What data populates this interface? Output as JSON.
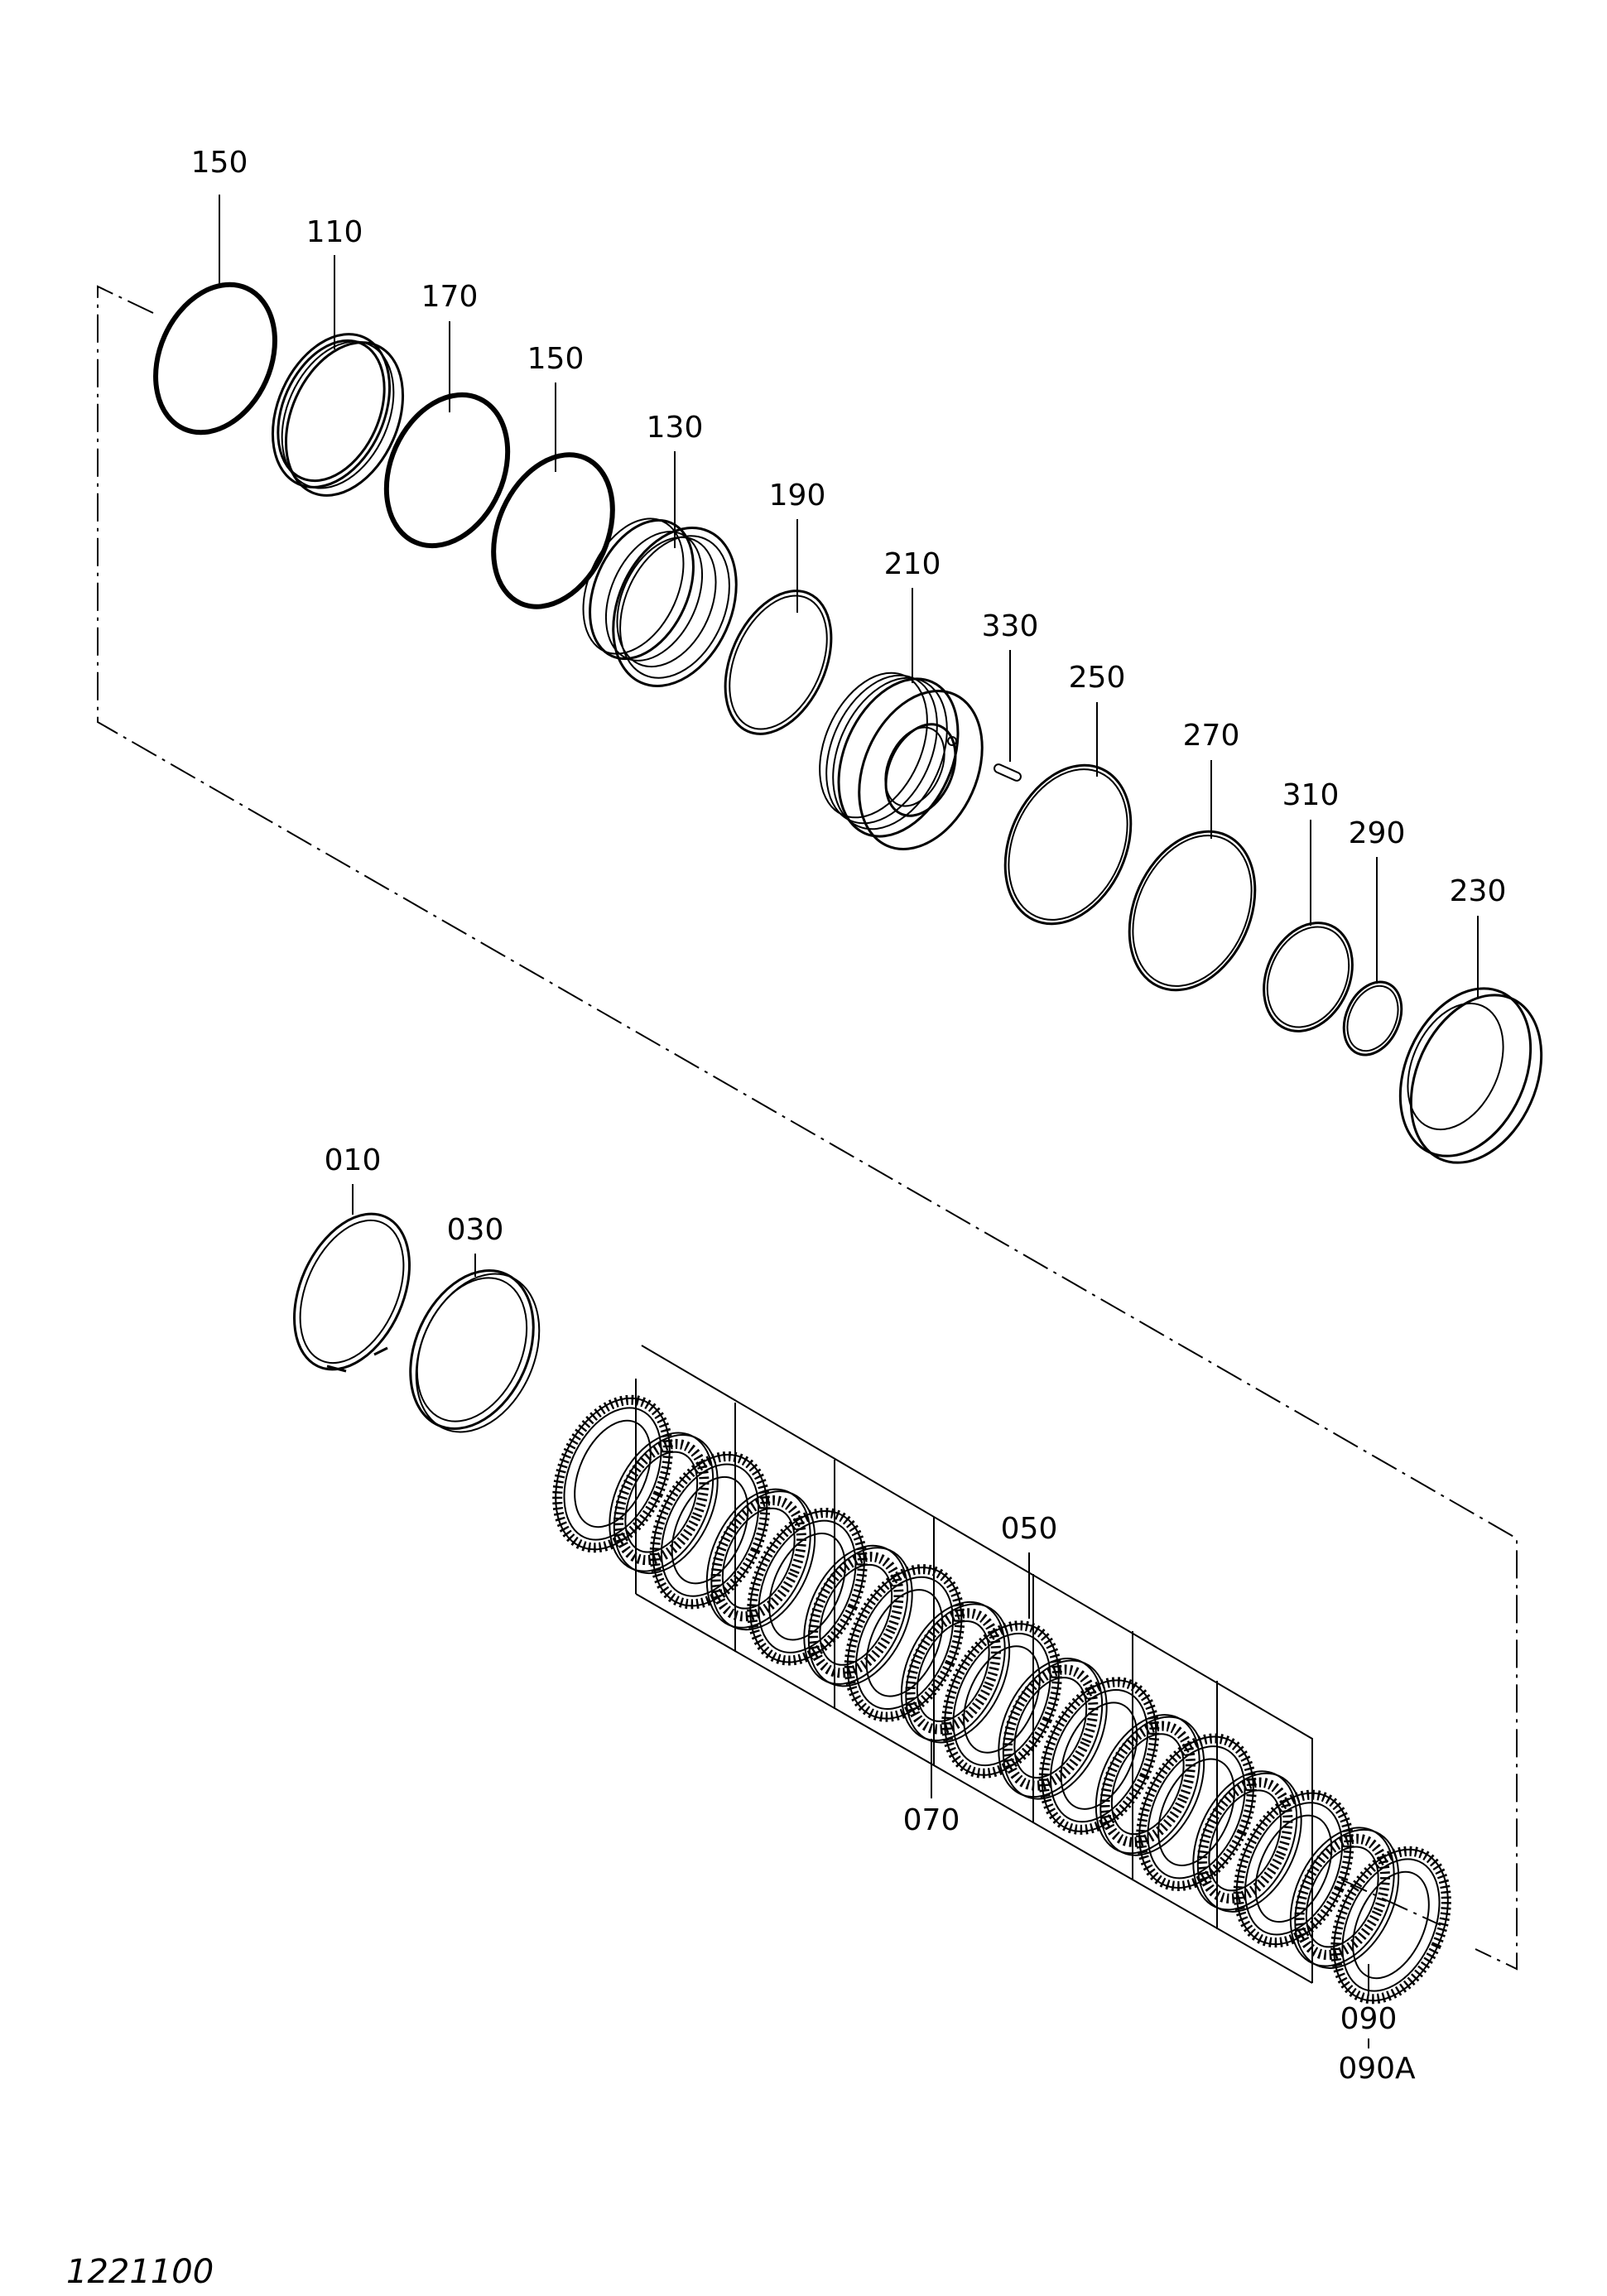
{
  "callouts": [
    {
      "id": "150",
      "text": "150"
    },
    {
      "id": "110",
      "text": "110"
    },
    {
      "id": "170",
      "text": "170"
    },
    {
      "id": "150b",
      "text": "150"
    },
    {
      "id": "130",
      "text": "130"
    },
    {
      "id": "190",
      "text": "190"
    },
    {
      "id": "210",
      "text": "210"
    },
    {
      "id": "330",
      "text": "330"
    },
    {
      "id": "250",
      "text": "250"
    },
    {
      "id": "270",
      "text": "270"
    },
    {
      "id": "310",
      "text": "310"
    },
    {
      "id": "290",
      "text": "290"
    },
    {
      "id": "230",
      "text": "230"
    },
    {
      "id": "010",
      "text": "010"
    },
    {
      "id": "030",
      "text": "030"
    },
    {
      "id": "050",
      "text": "050"
    },
    {
      "id": "070",
      "text": "070"
    },
    {
      "id": "090",
      "text": "090"
    },
    {
      "id": "090A",
      "text": "090A"
    }
  ],
  "drawing_number": "1221100"
}
